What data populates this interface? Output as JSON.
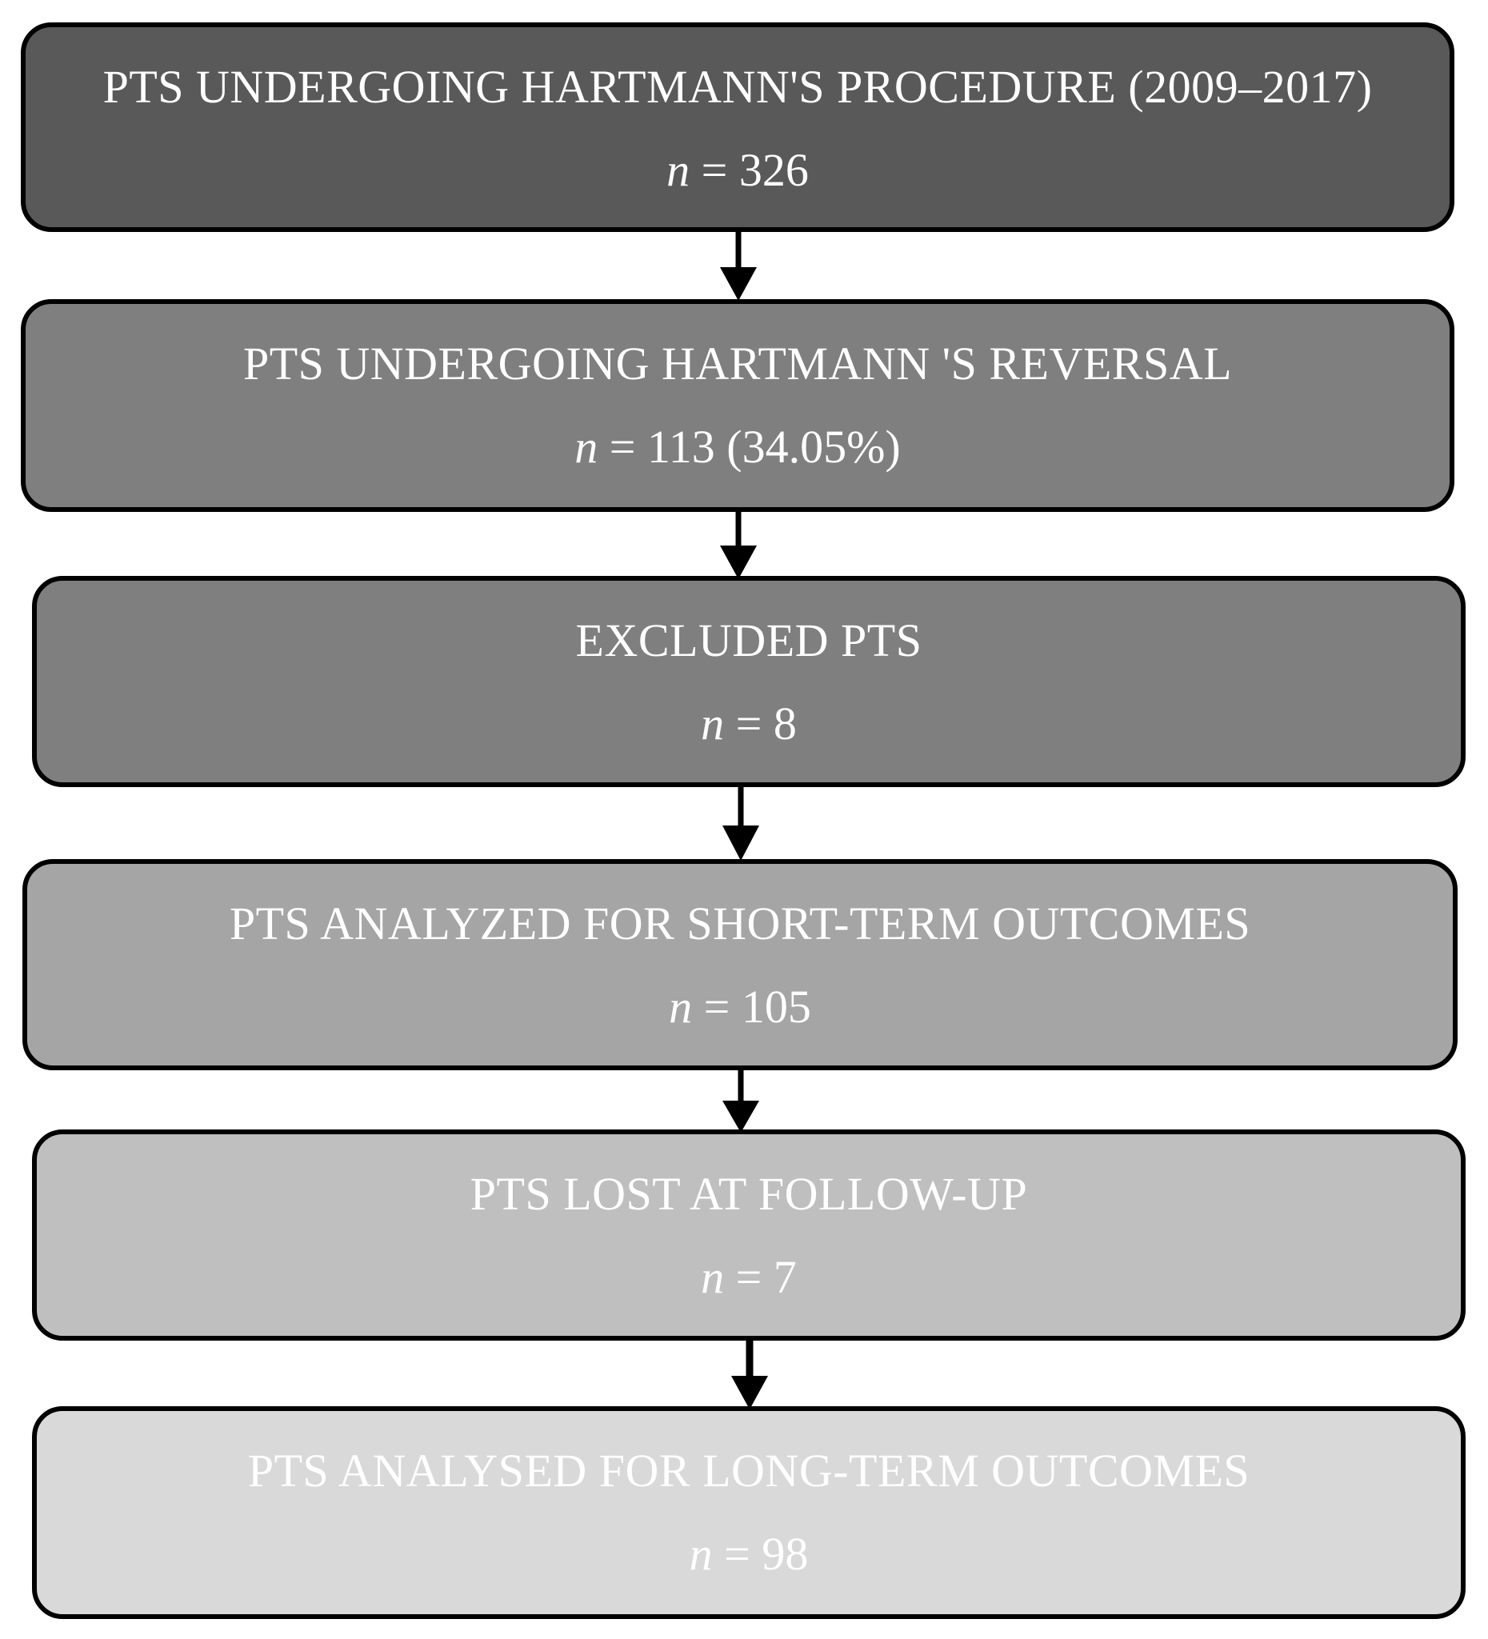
{
  "flow": {
    "boxes": [
      {
        "title": "PTS UNDERGOING HARTMANN'S PROCEDURE (2009–2017)",
        "n_label": "n",
        "count": "= 326",
        "fill": "#595959",
        "text_color": "#ffffff"
      },
      {
        "title": "PTS UNDERGOING HARTMANN 'S REVERSAL",
        "n_label": "n",
        "count": "= 113 (34.05%)",
        "fill": "#7f7f7f",
        "text_color": "#ffffff"
      },
      {
        "title": "EXCLUDED PTS",
        "n_label": "n",
        "count": "= 8",
        "fill": "#7f7f7f",
        "text_color": "#ffffff"
      },
      {
        "title": "PTS ANALYZED FOR SHORT-TERM OUTCOMES",
        "n_label": "n",
        "count": "= 105",
        "fill": "#a5a5a5",
        "text_color": "#ffffff"
      },
      {
        "title": "PTS LOST  AT FOLLOW-UP",
        "n_label": "n",
        "count": "= 7",
        "fill": "#bfbfbf",
        "text_color": "#ffffff"
      },
      {
        "title": "PTS ANALYSED FOR LONG-TERM OUTCOMES",
        "n_label": "n",
        "count": "= 98",
        "fill": "#d9d9d9",
        "text_color": "#ffffff"
      }
    ],
    "connector_color": "#000000"
  }
}
